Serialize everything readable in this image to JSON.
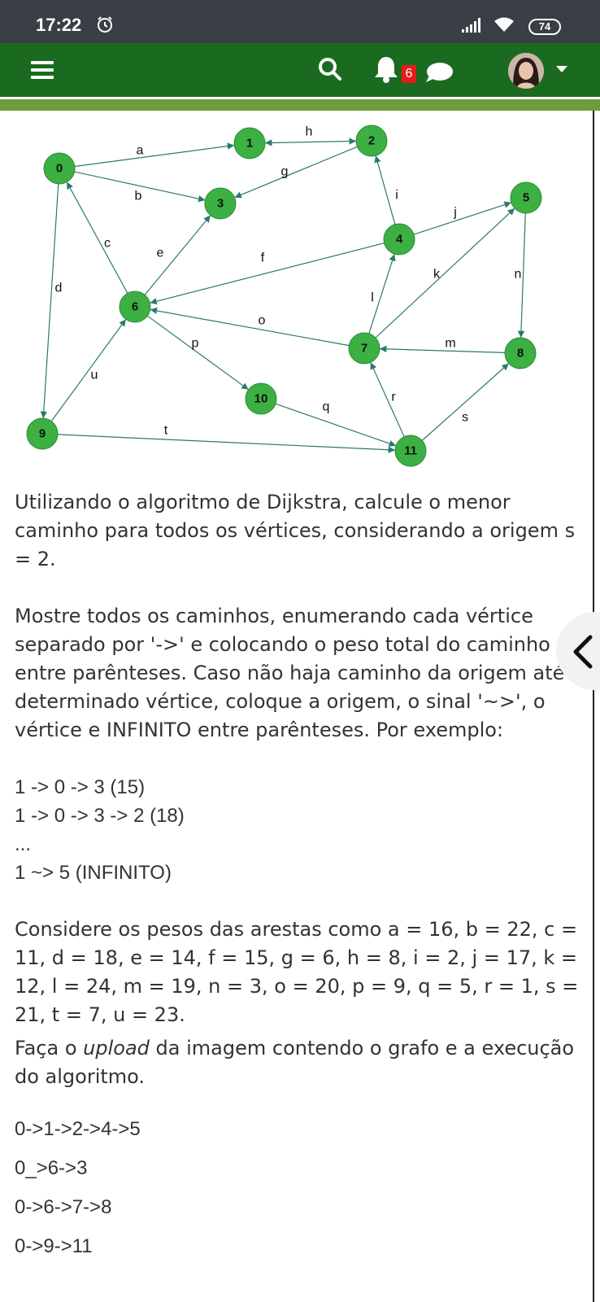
{
  "status_bar": {
    "time": "17:22",
    "battery": "74"
  },
  "topbar": {
    "notification_count": "6"
  },
  "graph": {
    "nodes": [
      "0",
      "1",
      "2",
      "3",
      "4",
      "5",
      "6",
      "7",
      "8",
      "9",
      "10",
      "11"
    ],
    "edge_labels": [
      "a",
      "b",
      "c",
      "d",
      "e",
      "f",
      "g",
      "h",
      "i",
      "j",
      "k",
      "l",
      "m",
      "n",
      "o",
      "p",
      "q",
      "r",
      "s",
      "t",
      "u"
    ]
  },
  "content": {
    "paragraph1": "Utilizando o algoritmo de Dijkstra, calcule o menor caminho para todos os vértices, considerando a origem s = 2.",
    "paragraph2": "Mostre todos os caminhos, enumerando cada vértice separado por '->' e colocando o peso total do caminho entre parênteses. Caso não haja caminho da origem até determinado vértice, coloque a origem, o sinal '~>', o vértice e INFINITO entre parênteses. Por exemplo:",
    "example_lines": [
      "1 -> 0 -> 3 (15)",
      "1 -> 0 -> 3 -> 2 (18)",
      "...",
      "1 ~> 5 (INFINITO)"
    ],
    "paragraph3": "Considere os pesos das arestas como a = 16, b = 22, c = 11, d = 18, e = 14, f = 15, g = 6, h = 8, i = 2, j = 17, k = 12, l = 24, m = 19, n = 3, o = 20, p = 9, q = 5, r = 1, s = 21, t = 7, u = 23.",
    "upload_prefix": "Faça o ",
    "upload_italic": "upload",
    "upload_suffix": " da imagem contendo o grafo e a execução do algoritmo.",
    "answers": [
      "0->1->2->4->5",
      "0_>6->3",
      "0->6->7->8",
      "0->9->11"
    ]
  },
  "colors": {
    "topbar": "#1a6b1f",
    "statusbar": "#3a3f45",
    "node_fill": "#3cb043",
    "accent": "#6f9b3d"
  }
}
